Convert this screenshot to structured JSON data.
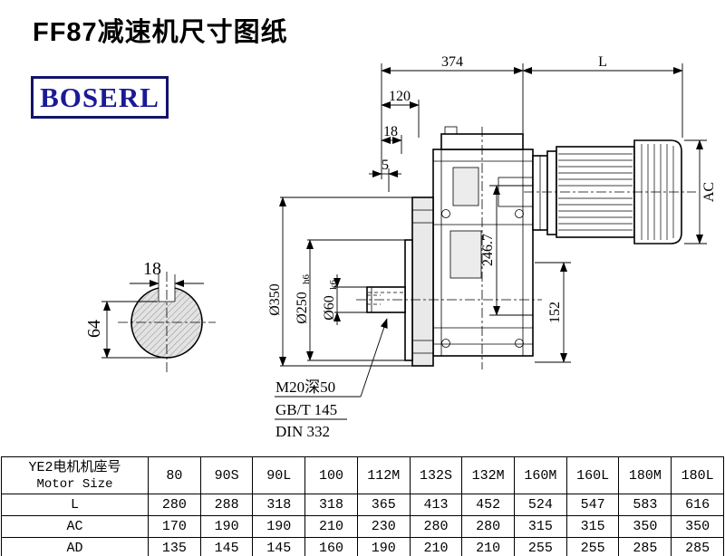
{
  "title": "FF87减速机尺寸图纸",
  "logo_text": "BOSERL",
  "shaft_view": {
    "keyway_width": "18",
    "shaft_height": "64"
  },
  "main_view": {
    "dim_374": "374",
    "dim_L": "L",
    "dim_120": "120",
    "dim_18": "18",
    "dim_5": "5",
    "dim_AC": "AC",
    "dim_246_7": "246.7",
    "dim_152": "152",
    "dim_d350": "Ø350",
    "dim_d250": "Ø250",
    "dim_d250_fit": "h6",
    "dim_d60": "Ø60",
    "dim_d60_fit": "k6",
    "note_thread": "M20深50",
    "note_gb": "GB/T 145",
    "note_din": "DIN 332"
  },
  "table": {
    "header_line1": "YE2电机机座号",
    "header_line2": "Motor Size",
    "motor_sizes": [
      "80",
      "90S",
      "90L",
      "100",
      "112M",
      "132S",
      "132M",
      "160M",
      "160L",
      "180M",
      "180L"
    ],
    "rows": [
      {
        "label": "L",
        "values": [
          "280",
          "288",
          "318",
          "318",
          "365",
          "413",
          "452",
          "524",
          "547",
          "583",
          "616"
        ]
      },
      {
        "label": "AC",
        "values": [
          "170",
          "190",
          "190",
          "210",
          "230",
          "280",
          "280",
          "315",
          "315",
          "350",
          "350"
        ]
      },
      {
        "label": "AD",
        "values": [
          "135",
          "145",
          "145",
          "160",
          "190",
          "210",
          "210",
          "255",
          "255",
          "285",
          "285"
        ]
      }
    ]
  }
}
